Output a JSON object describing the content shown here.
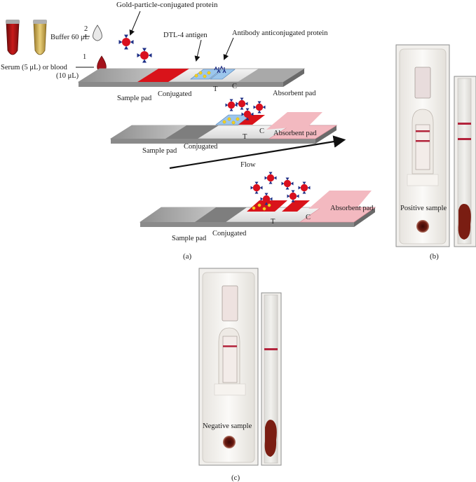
{
  "panel_a": {
    "label": "(a)",
    "gold_protein_label": "Gold-particle-conjugated protein",
    "antigen_label": "DTL-4 antigen",
    "antibody_label": "Antibody anticonjugated protein",
    "buffer_label": "Buffer 60 μL",
    "buffer_step": "2",
    "serum_step": "1",
    "serum_label_line1": "Serum (5 μL) or blood",
    "serum_label_line2": "(10 μL)",
    "flow_label": "Flow",
    "strips": [
      {
        "sample_pad": "Sample pad",
        "conjugated": "Conjugated",
        "t": "T",
        "c": "C",
        "absorbent": "Absorbent pad"
      },
      {
        "sample_pad": "Sample pad",
        "conjugated": "Conjugated",
        "t": "T",
        "c": "C",
        "absorbent": "Absorbent pad"
      },
      {
        "sample_pad": "Sample pad",
        "conjugated": "Conjugated",
        "t": "T",
        "c": "C",
        "absorbent": "Absorbent pad"
      }
    ]
  },
  "panel_b": {
    "label": "(b)",
    "caption": "Positive sample"
  },
  "panel_c": {
    "label": "(c)",
    "caption": "Negative sample"
  },
  "colors": {
    "gold_particle": "#d9101e",
    "receptor": "#1f2f86",
    "antigen": "#f2d022",
    "pad_red": "#d9131a",
    "absorbent_pink": "#f3b9c0",
    "line_red": "#b3243c"
  }
}
